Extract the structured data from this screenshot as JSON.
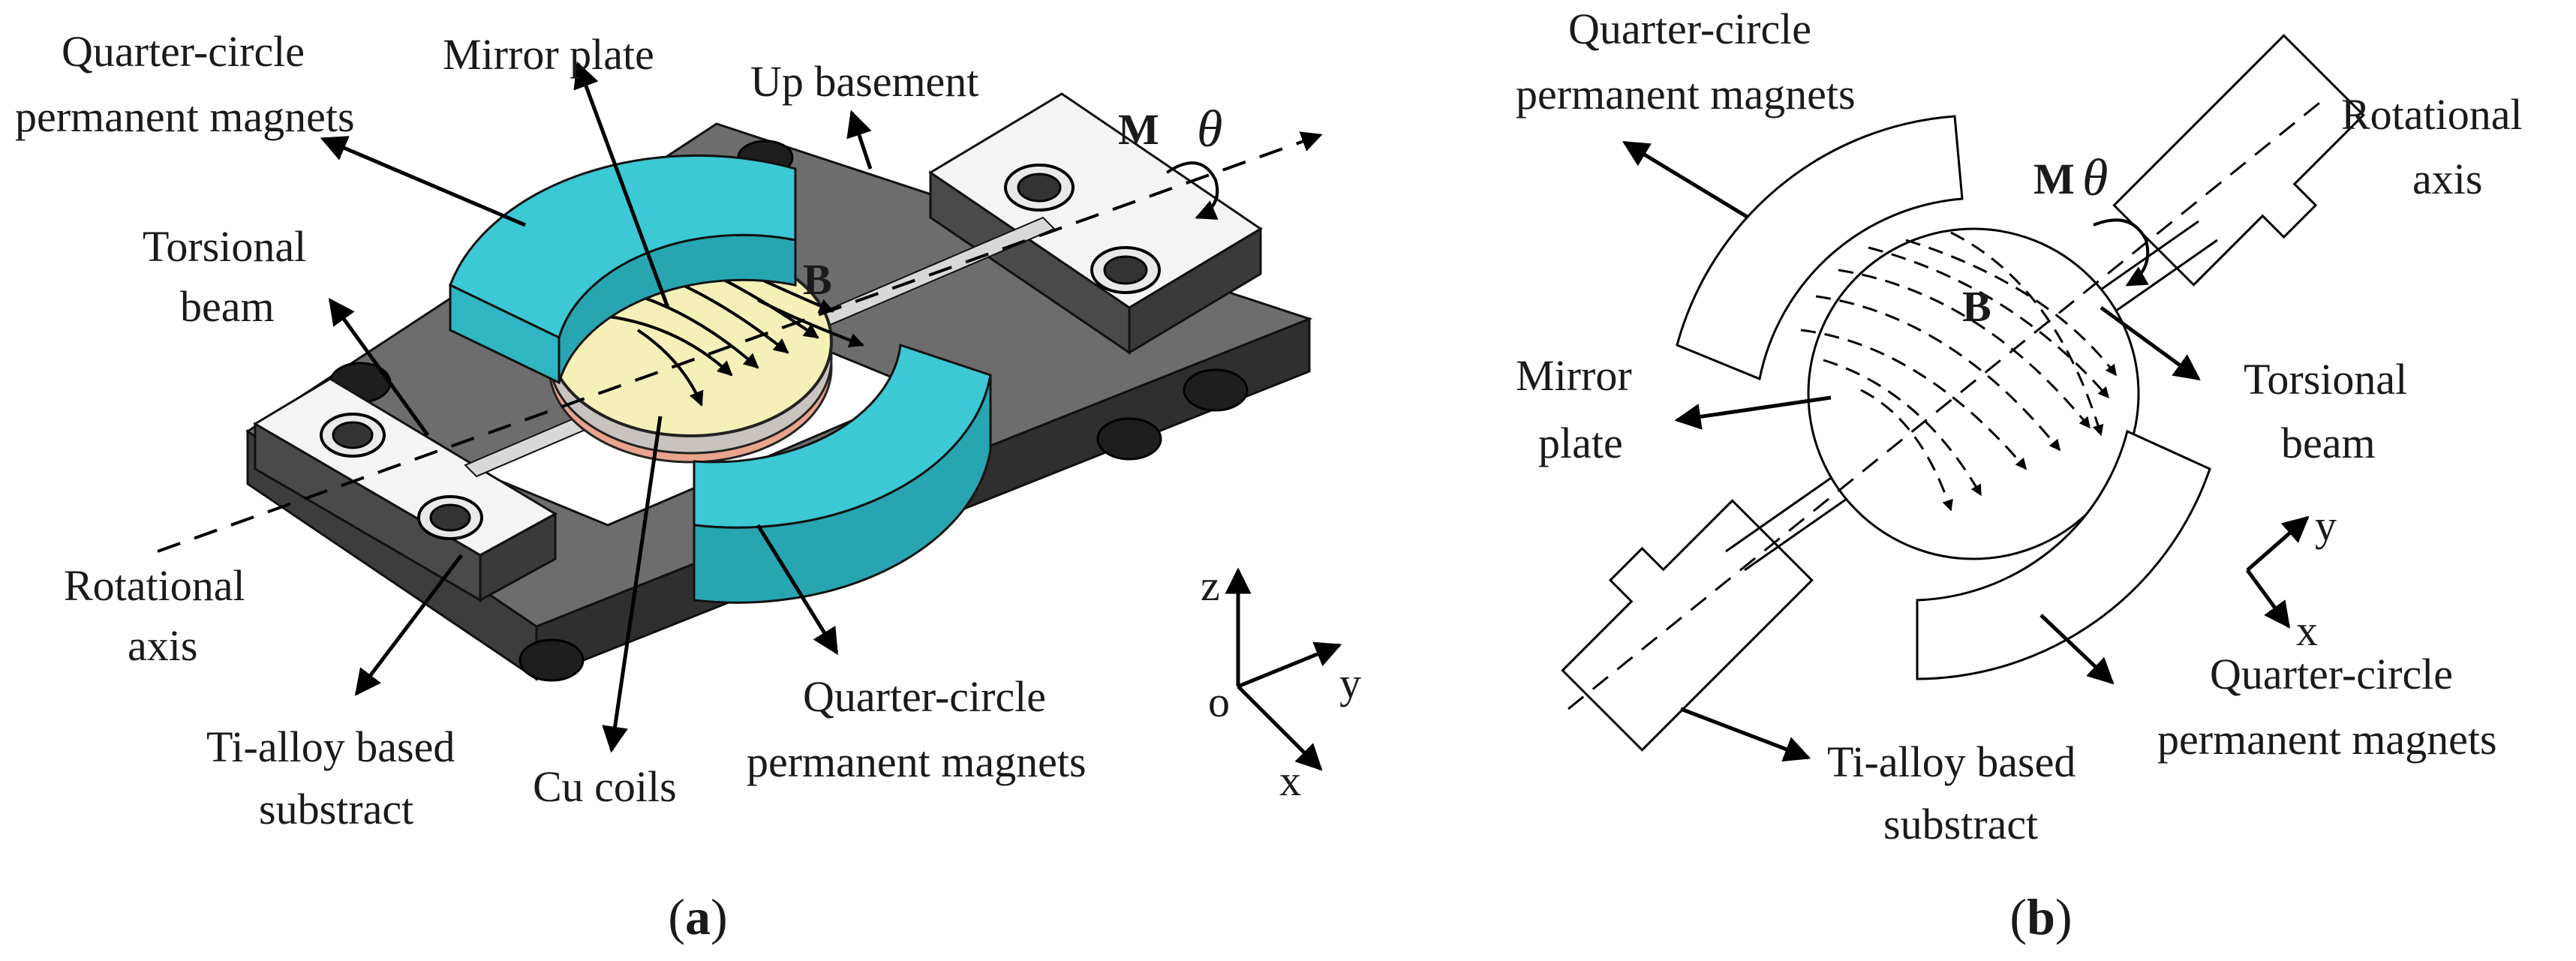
{
  "panel_a": {
    "caption_open": "(",
    "caption_letter": "a",
    "caption_close": ")",
    "labels": {
      "quarter_circle_1": "Quarter-circle",
      "permanent_magnets_1": "permanent magnets",
      "mirror_plate": "Mirror plate",
      "up_basement": "Up basement",
      "moment": "M",
      "theta": "θ",
      "torsional": "Torsional",
      "beam": "beam",
      "field": "B",
      "rotational": "Rotational",
      "axis": "axis",
      "ti_alloy": "Ti-alloy based",
      "substract": "substract",
      "cu_coils": "Cu coils",
      "quarter_circle_2": "Quarter-circle",
      "permanent_magnets_2": "permanent magnets"
    },
    "axes": {
      "z": "z",
      "y": "y",
      "x": "x",
      "o": "o"
    }
  },
  "panel_b": {
    "caption_open": "(",
    "caption_letter": "b",
    "caption_close": ")",
    "labels": {
      "quarter_circle_1": "Quarter-circle",
      "permanent_magnets_1": "permanent magnets",
      "rotational": "Rotational",
      "axis": "axis",
      "moment": "M",
      "theta": "θ",
      "field": "B",
      "mirror": "Mirror",
      "plate": "plate",
      "torsional": "Torsional",
      "beam": "beam",
      "quarter_circle_2": "Quarter-circle",
      "permanent_magnets_2": "permanent magnets",
      "ti_alloy": "Ti-alloy based",
      "substract": "substract"
    },
    "axes": {
      "y": "y",
      "x": "x"
    }
  },
  "colors": {
    "magnet": "#3cc8d4",
    "magnet_dark": "#27a6b2",
    "mirror": "#f5f0b8",
    "coil": "#e8a48c",
    "base_top": "#6d6d6d",
    "base_side": "#3d3d3d",
    "plate": "#f4f4f4"
  }
}
